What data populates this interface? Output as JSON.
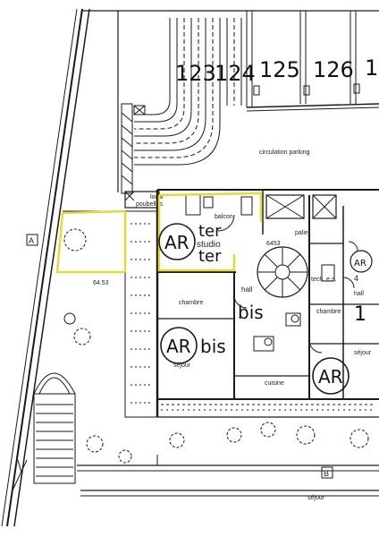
{
  "plan": {
    "parking_numbers": [
      "123",
      "124",
      "125",
      "126",
      "1"
    ],
    "circulation_label": "circulation parking",
    "local_label": "local",
    "poubelles_label": "poubelles",
    "balcon_label": "balcon",
    "ar_ter": "AR",
    "ter_label": "ter",
    "studio_label": "studio",
    "ter_label_2": "ter",
    "palier_label": "palier",
    "level_1": "6453",
    "level_2": "64.53",
    "tech_label": "tech. e.s.",
    "hall_label": "hall",
    "bis_label": "bis",
    "hall_label_2": "hall",
    "num_1": "1",
    "chambre_label": "chambre",
    "chambre_label_2": "chambre",
    "sejour_label": "séjour",
    "sejour_label_2": "séjour",
    "cuisine_label": "cuisine",
    "ar_bis": "AR",
    "bis_label_2": "bis",
    "ar_right": "AR",
    "ar_mid": "AR",
    "marker_a": "A",
    "marker_b": "B",
    "bottom_label": "séjour",
    "right_4": "4"
  },
  "colors": {
    "highlight": "#e6d93a",
    "line": "#1a1a1a"
  }
}
